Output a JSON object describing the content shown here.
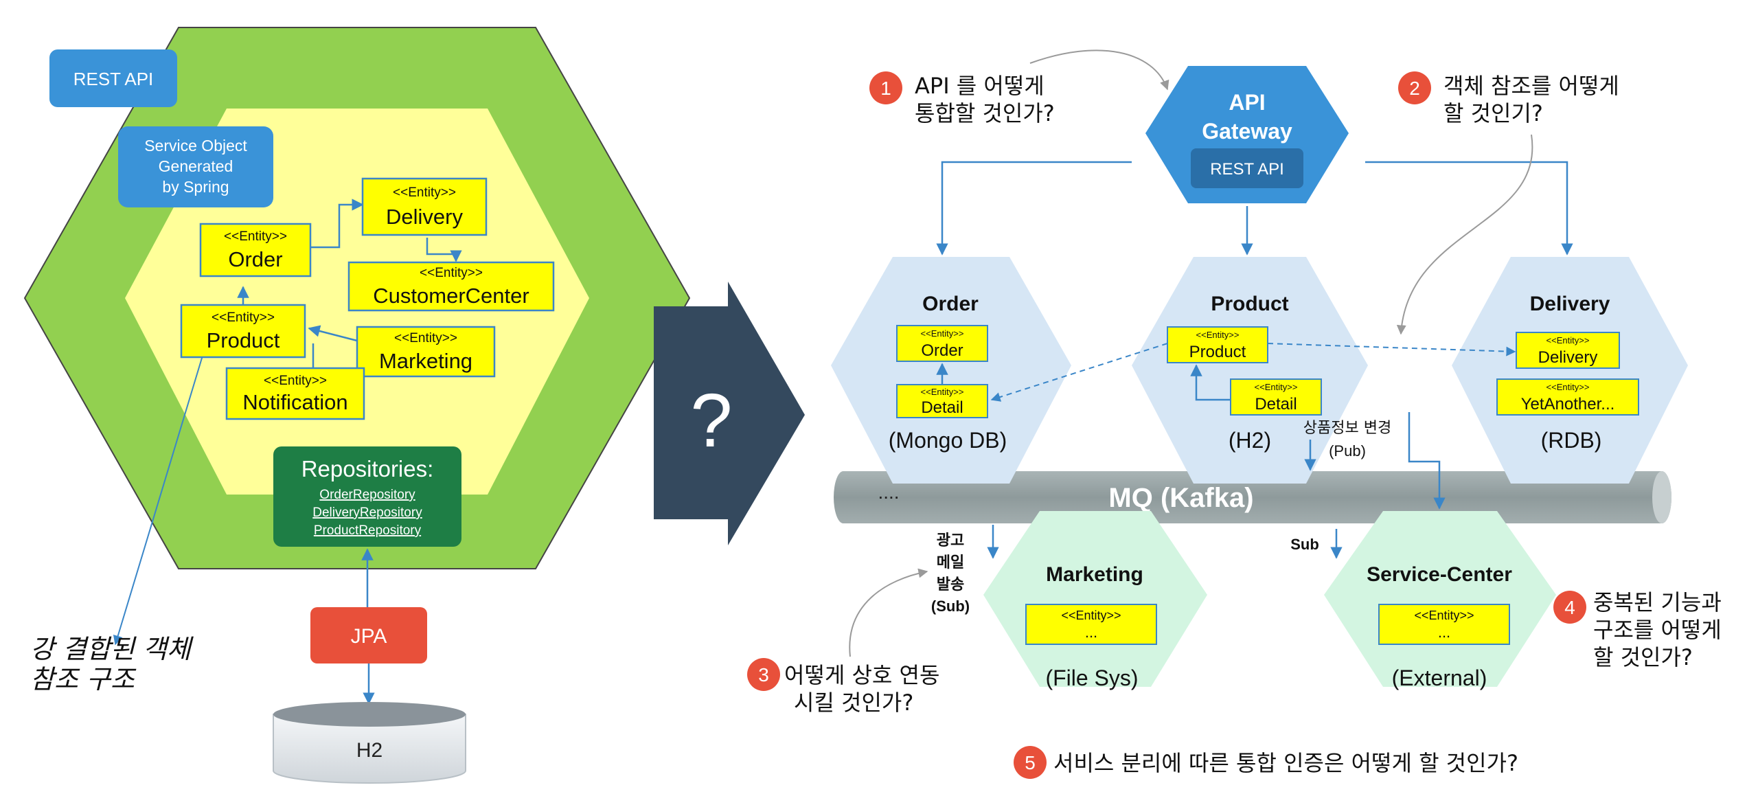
{
  "left": {
    "rest_api": "REST API",
    "service_object": [
      "Service Object",
      "Generated",
      "by Spring"
    ],
    "entity_stereotype": "<<Entity>>",
    "entities": {
      "delivery": "Delivery",
      "order": "Order",
      "customer_center": "CustomerCenter",
      "product": "Product",
      "marketing": "Marketing",
      "notification": "Notification"
    },
    "repositories": {
      "title": "Repositories:",
      "items": [
        "OrderRepository",
        "DeliveryRepository",
        "ProductRepository"
      ]
    },
    "jpa": "JPA",
    "h2": "H2",
    "coupling_note": [
      "강 결합된 객체",
      "참조 구조"
    ]
  },
  "middle": {
    "question_mark": "?"
  },
  "right": {
    "gateway": {
      "title_line1": "API",
      "title_line2": "Gateway",
      "rest_api": "REST API"
    },
    "questions": {
      "q1": {
        "number": "1",
        "lines": [
          "API 를 어떻게",
          "통합할 것인가?"
        ]
      },
      "q2": {
        "number": "2",
        "lines": [
          "객체 참조를 어떻게",
          "할 것인기?"
        ]
      },
      "q3": {
        "number": "3",
        "lines": [
          "어떻게 상호 연동",
          "시킬 것인가?"
        ]
      },
      "q4": {
        "number": "4",
        "lines": [
          "중복된 기능과",
          "구조를 어떻게",
          "할 것인가?"
        ]
      },
      "q5": {
        "number": "5",
        "lines": [
          "서비스 분리에 따른 통합 인증은 어떻게 할 것인가?"
        ]
      }
    },
    "entity_stereotype": "<<Entity>>",
    "services": {
      "order": {
        "title": "Order",
        "db": "(Mongo DB)",
        "entities": [
          "Order",
          "Detail"
        ]
      },
      "product": {
        "title": "Product",
        "db": "(H2)",
        "entities": [
          "Product",
          "Detail"
        ]
      },
      "delivery": {
        "title": "Delivery",
        "db": "(RDB)",
        "entities": [
          "Delivery",
          "YetAnother..."
        ]
      },
      "marketing": {
        "title": "Marketing",
        "db": "(File Sys)",
        "entity": "..."
      },
      "service_center": {
        "title": "Service-Center",
        "db": "(External)",
        "entity": "..."
      }
    },
    "mq": {
      "label": "MQ (Kafka)",
      "dots": "...."
    },
    "pub_label": [
      "상품정보 변경",
      "(Pub)"
    ],
    "sub_marketing": [
      "광고",
      "메일",
      "발송",
      "(Sub)"
    ],
    "sub_service": "Sub"
  },
  "colors": {
    "outer_hex": "#92d050",
    "inner_hex": "#ffff99",
    "entity_fill": "#ffff00",
    "rest_blue": "#3a93d8",
    "repo_green": "#1e7e45",
    "jpa_red": "#e8503a",
    "arrow_dark": "#34495e",
    "service_hex": "#d6e6f5",
    "sub_hex": "#d3f5e1",
    "mq_gray": "#95a5a6",
    "badge_red": "#e8503a"
  }
}
